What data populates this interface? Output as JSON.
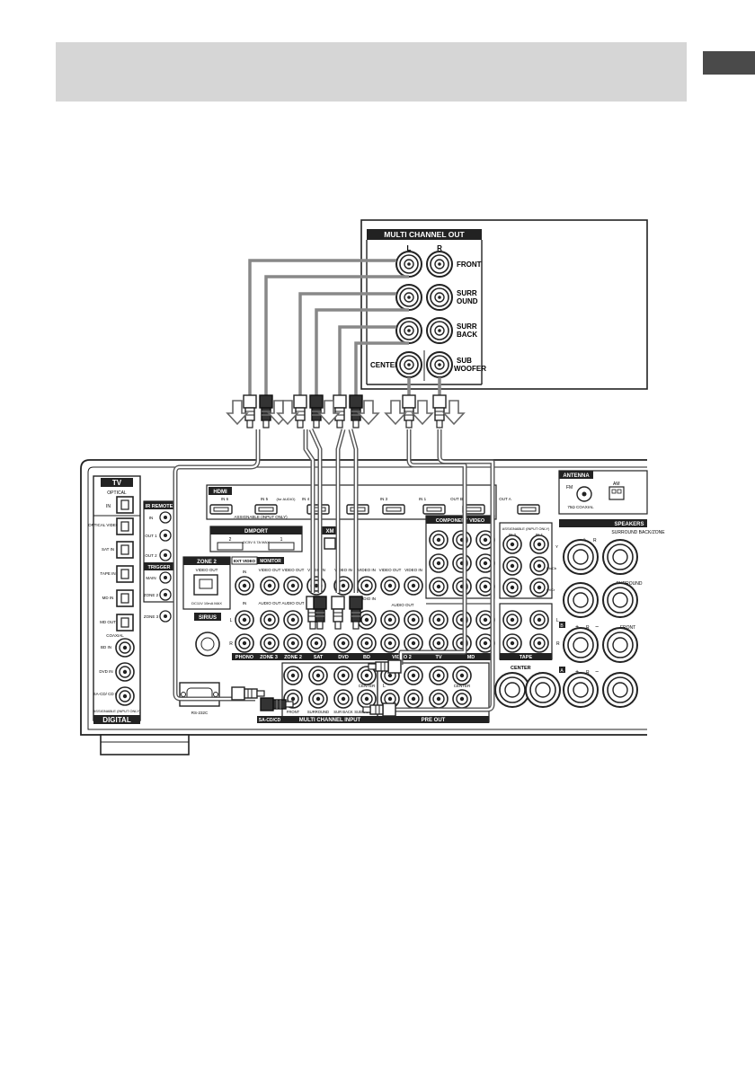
{
  "player": {
    "panel_title": "MULTI CHANNEL OUT",
    "col_l": "L",
    "col_r": "R",
    "front": "FRONT",
    "surr1": "SURR",
    "surr2": "OUND",
    "back1": "SURR",
    "back2": "BACK",
    "center": "CENTER",
    "sub1": "SUB",
    "sub2": "WOOFER"
  },
  "receiver": {
    "tv": "TV",
    "optical": "OPTICAL",
    "in": "IN",
    "ir_remote": "IR REMOTE",
    "ir_in": "IN",
    "out1": "OUT 1",
    "out2": "OUT 2",
    "opt_video1": "OPTICAL VIDEO 1 IN",
    "sat_in": "SAT IN",
    "tape_in": "TAPE IN",
    "md_in": "MD IN",
    "md_out": "MD OUT",
    "coaxial": "COAXIAL",
    "bd_in": "BD IN",
    "dvd_in": "DVD IN",
    "sacd_in": "SA-CD/ CD IN",
    "assignable": "ASSIGNABLE (INPUT ONLY)",
    "digital": "DIGITAL",
    "trigger": "TRIGGER",
    "main": "MAIN",
    "zone2": "ZONE 2",
    "zone3": "ZONE 3",
    "hdmi": "HDMI",
    "hdmi_in6": "IN 6",
    "hdmi_in5": "IN 5",
    "hdmi_sa_audio": "(for AUDIO)",
    "hdmi_in4": "IN 4",
    "hdmi_in3": "IN 3",
    "hdmi_in2": "IN 2",
    "hdmi_in1": "IN 1",
    "hdmi_out": "OUT B",
    "hdmi_outa": "OUT A",
    "hdmi_assign": "ASSIGNABLE (INPUT ONLY)",
    "dmport": "DMPORT",
    "dm2": "2",
    "dm1": "1",
    "dm_spec": "DC5V 0.7A MAX",
    "xm": "XM",
    "zone2_box": "ZONE 2",
    "video_out": "VIDEO OUT",
    "dc_spec": "DC11V 10mA MAX",
    "sirius": "SIRIUS",
    "rs232": "RS-232C",
    "ext_video": "EXT VIDEO",
    "monitor": "MONITOR",
    "video_in": "VIDEO IN",
    "audio_out": "AUDIO OUT",
    "audio_in": "AUDIO IN",
    "phono": "PHONO",
    "zone3_lbl": "ZONE 3",
    "zone2_lbl": "ZONE 2",
    "sat": "SAT",
    "dvd": "DVD",
    "bd": "BD",
    "video2": "VIDEO 2",
    "tv_lbl": "TV",
    "md": "MD",
    "comp_video": "COMPONENT VIDEO",
    "tape": "TAPE",
    "sacd_cd": "SA-CD/CD",
    "mci": "MULTI CHANNEL INPUT",
    "mc_front": "FRONT",
    "mc_surround": "SURROUND",
    "mc_surback": "SUR BACK",
    "mc_subwoofer": "SUBWOOFER",
    "mc_center": "CENTER",
    "pre_out": "PRE OUT",
    "pre_center": "CENTER",
    "antenna": "ANTENNA",
    "fm": "FM",
    "coax75": "75Ω COAXIAL",
    "am": "AM",
    "speakers": "SPEAKERS",
    "surr_back_zone": "SURROUND BACK/ZONE",
    "sp_surround": "SURROUND",
    "sp_front": "FRONT",
    "sp_center": "CENTER",
    "y": "Y",
    "pb": "Pb/Cb",
    "pr": "Pr/Cr",
    "lbl_l": "L",
    "lbl_r": "R",
    "plus": "+",
    "minus": "−",
    "spk_a": "A",
    "spk_b": "B"
  }
}
